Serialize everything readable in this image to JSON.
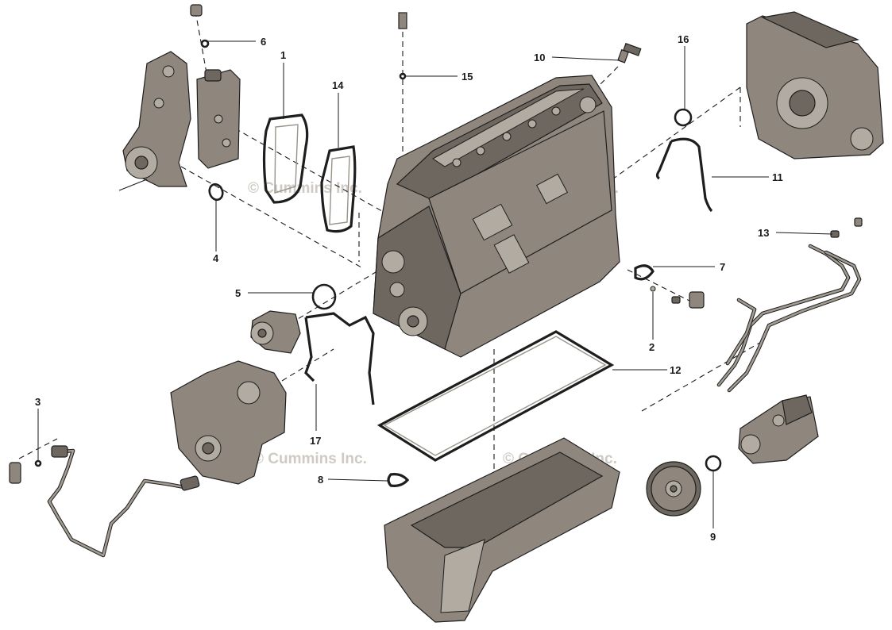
{
  "watermark": "© Cummins Inc.",
  "callouts": [
    {
      "id": "c1",
      "text": "1"
    },
    {
      "id": "c2",
      "text": "2"
    },
    {
      "id": "c3",
      "text": "3"
    },
    {
      "id": "c4",
      "text": "4"
    },
    {
      "id": "c5",
      "text": "5"
    },
    {
      "id": "c6",
      "text": "6"
    },
    {
      "id": "c7",
      "text": "7"
    },
    {
      "id": "c8",
      "text": "8"
    },
    {
      "id": "c9",
      "text": "9"
    },
    {
      "id": "c10",
      "text": "10"
    },
    {
      "id": "c11",
      "text": "11"
    },
    {
      "id": "c12",
      "text": "12"
    },
    {
      "id": "c13",
      "text": "13"
    },
    {
      "id": "c14",
      "text": "14"
    },
    {
      "id": "c15",
      "text": "15"
    },
    {
      "id": "c16",
      "text": "16"
    },
    {
      "id": "c17",
      "text": "17"
    }
  ],
  "colors": {
    "part": "#8f877d",
    "line": "#1e1e1e",
    "watermark": "#cfcac3",
    "background": "#ffffff"
  }
}
